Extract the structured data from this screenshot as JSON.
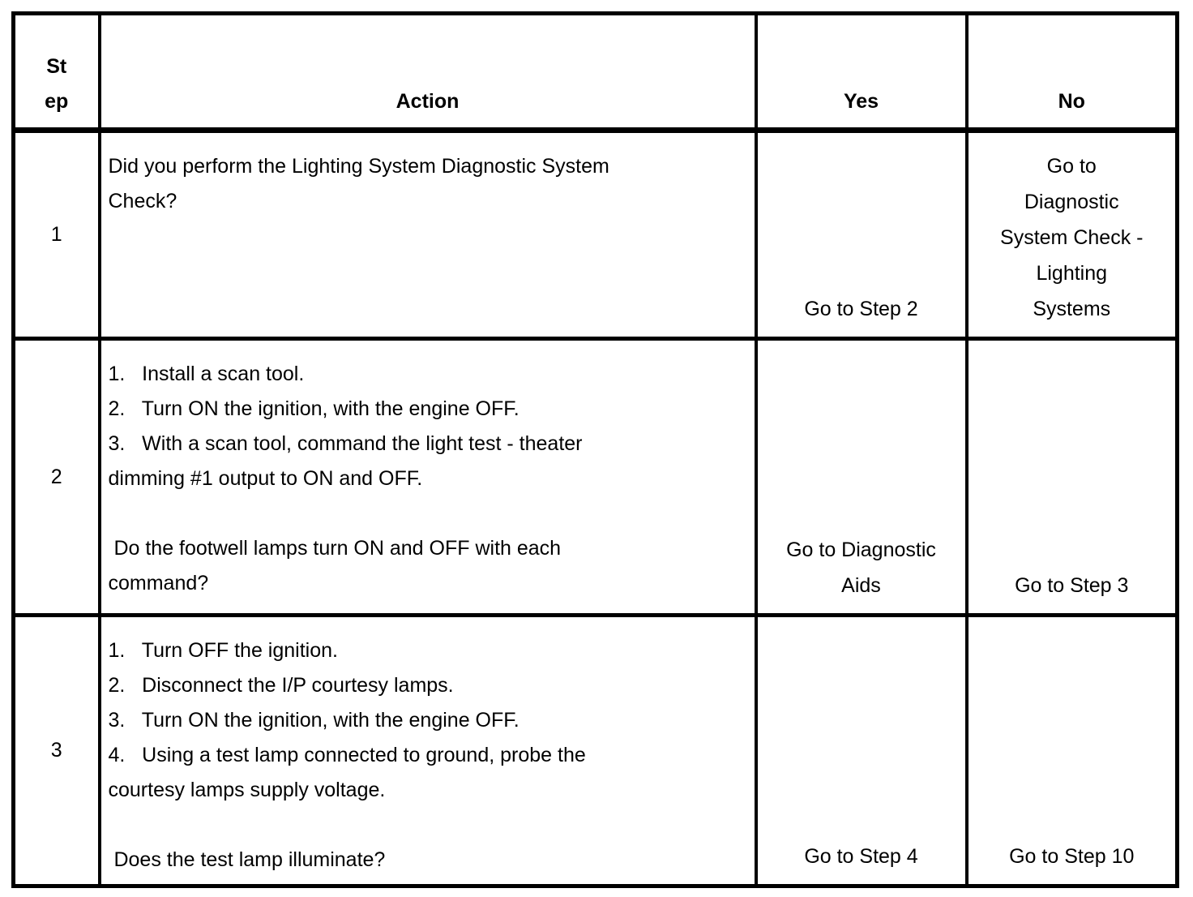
{
  "header": {
    "step": "St\nep",
    "action": "Action",
    "yes": "Yes",
    "no": "No"
  },
  "rows": [
    {
      "step": "1",
      "action": "Did you perform the Lighting System Diagnostic System\nCheck?",
      "yes": "Go to Step 2",
      "no": "Go to\nDiagnostic\nSystem Check -\nLighting\nSystems"
    },
    {
      "step": "2",
      "action": "1.   Install a scan tool.\n2.   Turn ON the ignition, with the engine OFF.\n3.   With a scan tool, command the light test - theater\ndimming #1 output to ON and OFF.\n\n Do the footwell lamps turn ON and OFF with each\ncommand?",
      "yes": "Go to Diagnostic\nAids",
      "no": "Go to Step 3"
    },
    {
      "step": "3",
      "action": "1.   Turn OFF the ignition.\n2.   Disconnect the I/P courtesy lamps.\n3.   Turn ON the ignition, with the engine OFF.\n4.   Using a test lamp connected to ground, probe the\ncourtesy lamps supply voltage.\n\n Does the test lamp illuminate?",
      "yes": "Go to Step 4",
      "no": "Go to Step 10"
    }
  ],
  "colors": {
    "text": "#000000",
    "border": "#000000",
    "background": "#ffffff"
  }
}
